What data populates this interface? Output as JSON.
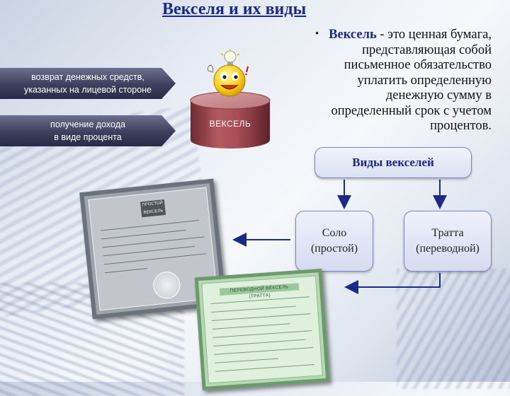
{
  "title": "Векселя и их виды",
  "arrow_boxes": {
    "box1": {
      "line1": "возврат денежных средств,",
      "line2": "указанных на лицевой стороне"
    },
    "box2": {
      "line1": "получение дохода",
      "line2": "в виде процента"
    }
  },
  "cylinder": {
    "label": "ВЕКСЕЛЬ"
  },
  "definition": {
    "bullet": "•",
    "term": "Вексель",
    "lines": [
      "- это ценная бумага,",
      "представляющая собой",
      "письменное  обязательство",
      "уплатить определенную",
      "денежную сумму в",
      "определенный срок с учетом",
      "процентов."
    ]
  },
  "types": {
    "heading": "Виды векселей",
    "solo": {
      "line1": "Соло",
      "line2": "(простой)"
    },
    "tratta": {
      "line1": "Тратта",
      "line2": "(переводной)"
    }
  },
  "certificates": {
    "simple_header": "ПРОСТОЙ ВЕКСЕЛЬ",
    "transfer_header": "ПЕРЕВОДНОЙ ВЕКСЕЛЬ (ТРАТТА)"
  },
  "colors": {
    "title": "#1b2a86",
    "arrow_box": "#3d3e5c",
    "cylinder": "#9b4a50",
    "flow_arrows": "#1b2a86",
    "simple_certificate": "#9fa4ab",
    "transfer_certificate": "#b6d9b4"
  },
  "icons": {
    "smiley": "smiley-lightbulb-icon",
    "bullet": "bullet-icon"
  }
}
